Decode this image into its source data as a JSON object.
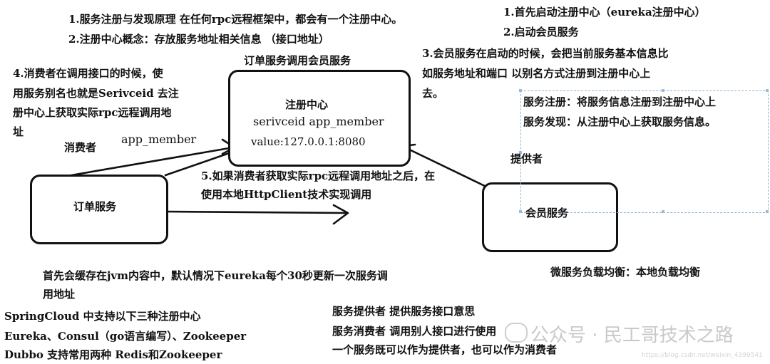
{
  "notes": {
    "top_left_1": "1.服务注册与发现原理 在任何rpc远程框架中，都会有一个注册中心。",
    "top_left_2": "2.注册中心概念：存放服务地址相关信息 （接口地址）",
    "top_right_1": "1.首先启动注册中心（eureka注册中心）",
    "top_right_2": "2.启动会员服务",
    "right_3_line1": "3.会员服务在启动的时候，会把当前服务基本信息比",
    "right_3_line2": "如服务地址和端口 以别名方式注册到注册中心上",
    "right_3_line3": "去。",
    "left_4_line1": "4.消费者在调用接口的时候，使",
    "left_4_line2": "用服务别名也就是Serivceid 去注",
    "left_4_line3": "册中心上获取实际rpc远程调用地",
    "left_4_line4": "址",
    "order_calls_member": "订单服务调用会员服务",
    "service_register": "服务注册：将服务信息注册到注册中心上",
    "service_discover": "服务发现：从注册中心上获取服务信息。",
    "app_member": "app_member",
    "consumer": "消费者",
    "provider": "提供者",
    "step5_line1": "5.如果消费者获取实际rpc远程调用地址之后，在",
    "step5_line2": "使用本地HttpClient技术实现调用",
    "cache_line1": "首先会缓存在jvm内容中，默认情况下eureka每个30秒更新一次服务调",
    "cache_line2": "用地址",
    "load_balance": "微服务负载均衡：本地负载均衡",
    "springcloud_1": "SpringCloud 中支持以下三种注册中心",
    "springcloud_2": "Eureka、Consul（go语言编写）、Zookeeper",
    "dubbo": "Dubbo 支持常用两种 Redis和Zookeeper",
    "provider_def": "服务提供者 提供服务接口意思",
    "consumer_def": "服务消费者 调用别人接口进行使用",
    "both_def": "一个服务既可以作为提供者，也可以作为消费者"
  },
  "registry": {
    "title": "注册中心",
    "serviceid": "serivceid app_member",
    "value": "value:127.0.0.1:8080"
  },
  "order_service": {
    "label": "订单服务"
  },
  "member_service": {
    "label": "会员服务"
  },
  "watermark": {
    "main": "公众号 · 民工哥技术之路",
    "url": "https://blog.csdn.net/weixin_4399541"
  }
}
